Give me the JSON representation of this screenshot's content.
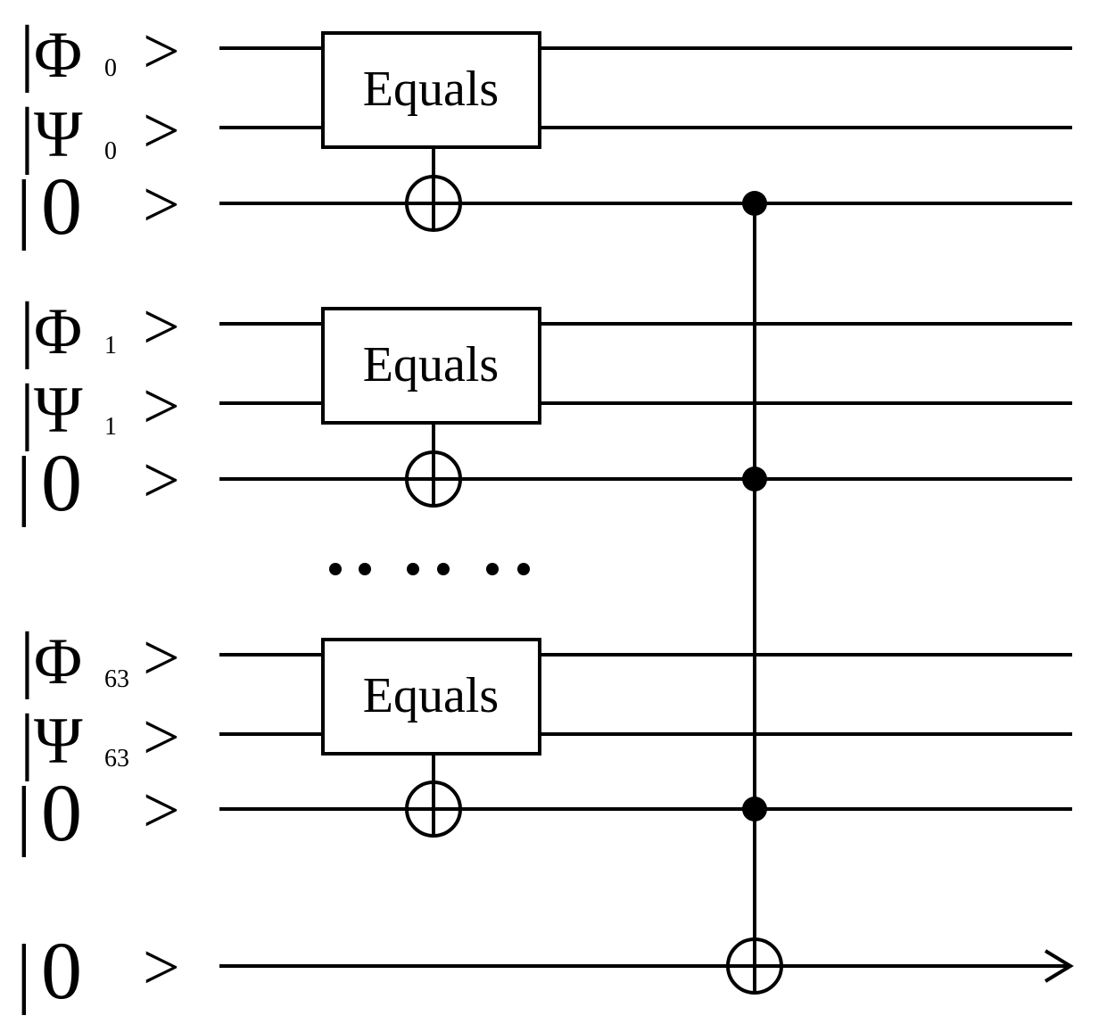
{
  "gate_label": "Equals",
  "ket_open": "|",
  "ket_close": ">",
  "symbols": {
    "phi": "Φ",
    "psi": "Ψ",
    "zero": "0"
  },
  "groups": [
    {
      "phi": {
        "symbol": "Φ",
        "subscript": "0"
      },
      "psi": {
        "symbol": "Ψ",
        "subscript": "0"
      },
      "ancilla": "0"
    },
    {
      "phi": {
        "symbol": "Φ",
        "subscript": "1"
      },
      "psi": {
        "symbol": "Ψ",
        "subscript": "1"
      },
      "ancilla": "0"
    },
    {
      "phi": {
        "symbol": "Φ",
        "subscript": "63"
      },
      "psi": {
        "symbol": "Ψ",
        "subscript": "63"
      },
      "ancilla": "0"
    }
  ],
  "output_qubit": "0",
  "ellipsis": "•• •• ••",
  "colors": {
    "line": "#000000",
    "background": "#ffffff"
  }
}
